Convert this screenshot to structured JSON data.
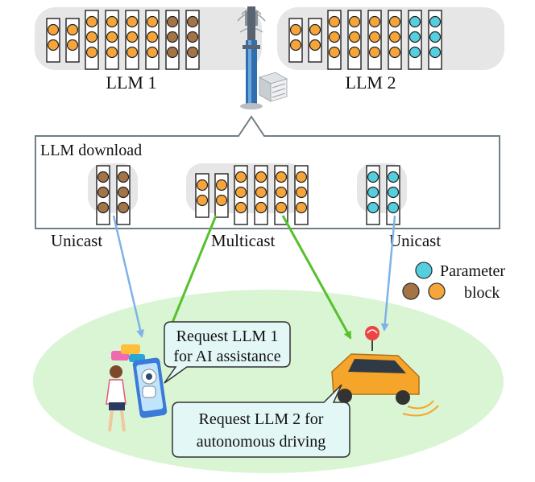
{
  "models": [
    {
      "label": "LLM 1"
    },
    {
      "label": "LLM 2"
    }
  ],
  "download_box": {
    "title": "LLM download"
  },
  "transmissions": {
    "left": "Unicast",
    "middle": "Multicast",
    "right": "Unicast"
  },
  "legend": {
    "line1": "Parameter",
    "line2": "block"
  },
  "requests": {
    "user_line1": "Request LLM 1",
    "user_line2": "for AI assistance",
    "car_line1": "Request LLM 2 for",
    "car_line2": "autonomous driving"
  },
  "colors": {
    "orange": "#F5A53A",
    "brown": "#A57446",
    "cyan": "#55CFE0",
    "green_arrow": "#56C12C",
    "blue_arrow": "#7FB2E8",
    "cell_ellipse": "#D9F5D3",
    "model_panel": "#E6E6E6",
    "bubble": "#E3F8F6"
  }
}
